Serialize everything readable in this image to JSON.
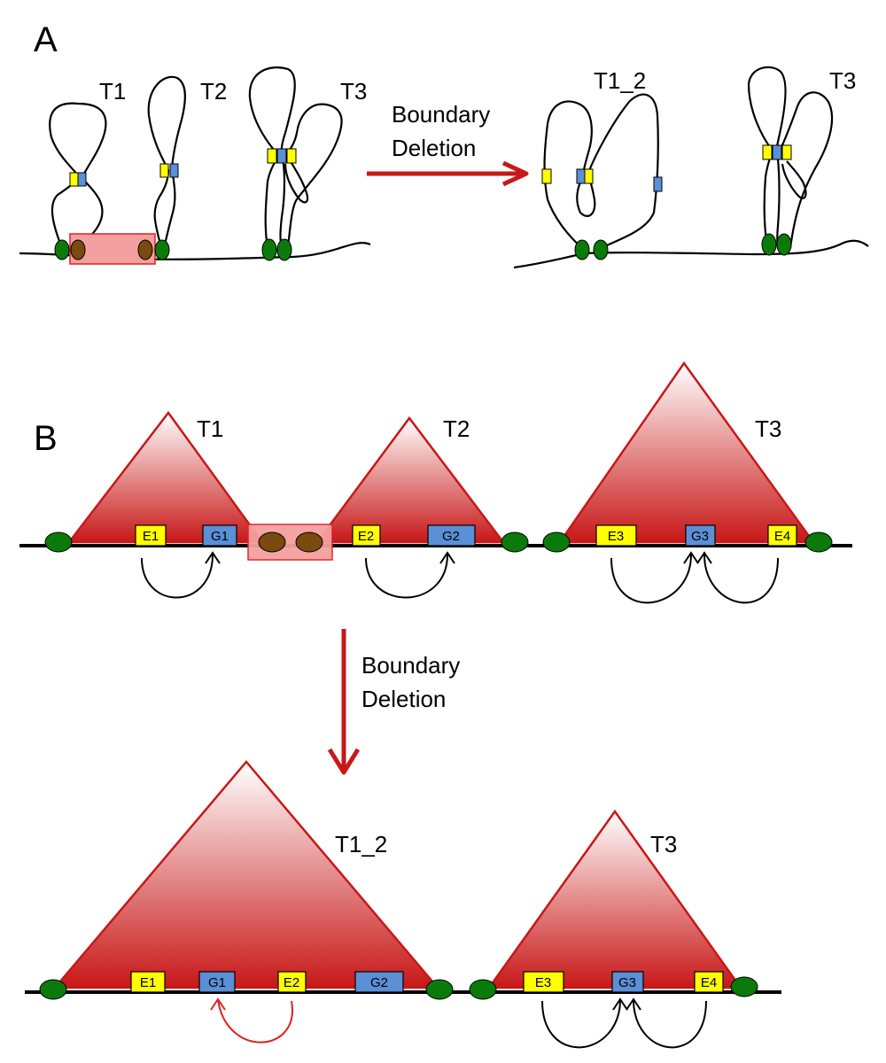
{
  "panel_a": {
    "label": "A",
    "tads_before": [
      "T1",
      "T2",
      "T3"
    ],
    "tads_after": [
      "T1_2",
      "T3"
    ],
    "arrow_text": [
      "Boundary",
      "Deletion"
    ]
  },
  "panel_b": {
    "label": "B",
    "tads_before": [
      "T1",
      "T2",
      "T3"
    ],
    "tads_after": [
      "T1_2",
      "T3"
    ],
    "arrow_text": [
      "Boundary",
      "Deletion"
    ],
    "elements_before": [
      "E1",
      "G1",
      "E2",
      "G2",
      "E3",
      "G3",
      "E4"
    ],
    "elements_after": [
      "E1",
      "G1",
      "E2",
      "G2",
      "E3",
      "G3",
      "E4"
    ]
  },
  "colors": {
    "enhancer": "#ffff00",
    "gene": "#5b8fd6",
    "ctcf": "#0a7a0a",
    "deleted_ctcf": "#7a4a10",
    "tad": "#c81818",
    "deletion_box": "#f5a0a0",
    "arrow": "#c81818",
    "aberrant_contact": "#e02020"
  }
}
